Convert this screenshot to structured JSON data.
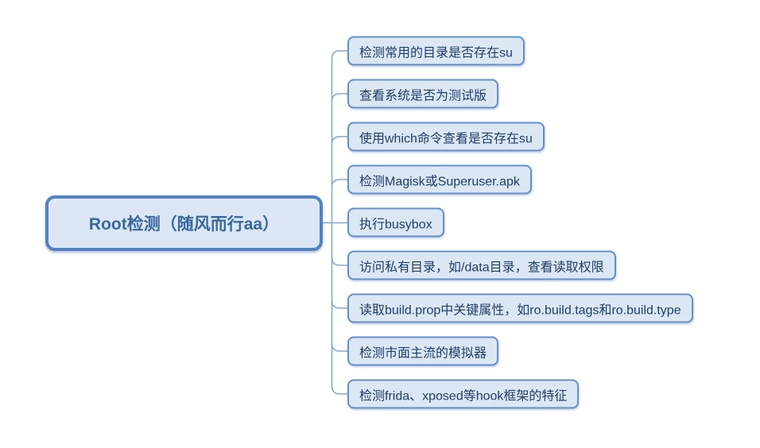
{
  "diagram": {
    "type": "mindmap",
    "root": {
      "label": "Root检测（随风而行aa）"
    },
    "topics": [
      {
        "label": "检测常用的目录是否存在su"
      },
      {
        "label": "查看系统是否为测试版"
      },
      {
        "label": "使用which命令查看是否存在su"
      },
      {
        "label": "检测Magisk或Superuser.apk"
      },
      {
        "label": "执行busybox"
      },
      {
        "label": "访问私有目录，如/data目录，查看读取权限"
      },
      {
        "label": "读取build.prop中关键属性，如ro.build.tags和ro.build.type"
      },
      {
        "label": "检测市面主流的模拟器"
      },
      {
        "label": "检测frida、xposed等hook框架的特征"
      }
    ],
    "colors": {
      "background": "#ffffff",
      "root_fill": "#dce6f5",
      "root_border": "#5282c6",
      "root_text": "#38689f",
      "topic_fill": "#dce7f4",
      "topic_border": "#6290cb",
      "topic_text": "#1f3f69",
      "connector": "#82a7d4"
    }
  }
}
